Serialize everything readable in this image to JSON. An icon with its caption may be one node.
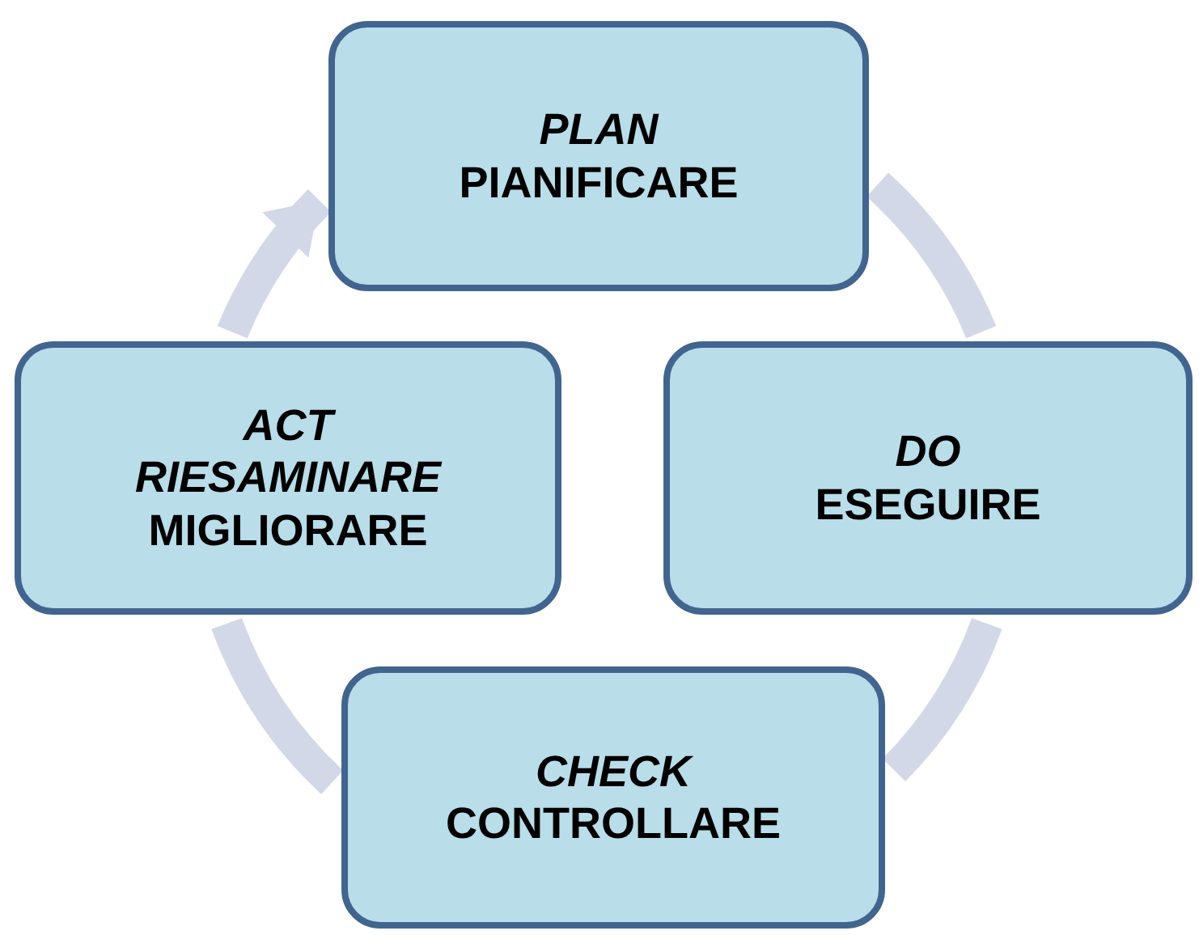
{
  "diagram": {
    "nodes": [
      {
        "text": [
          "PLAN",
          "PIANIFICARE"
        ]
      },
      {
        "text": [
          "DO",
          "ESEGUIRE"
        ]
      },
      {
        "text": [
          "CHECK",
          "CONTROLLARE"
        ]
      },
      {
        "text": [
          "ACT",
          "RIESAMINARE",
          "MIGLIORARE"
        ]
      }
    ],
    "edges": [
      {
        "from": 0,
        "to": 1,
        "arrow": "none"
      },
      {
        "from": 1,
        "to": 2,
        "arrow": "none"
      },
      {
        "from": 2,
        "to": 3,
        "arrow": "none"
      },
      {
        "from": 3,
        "to": 0,
        "arrow": "to"
      }
    ]
  }
}
